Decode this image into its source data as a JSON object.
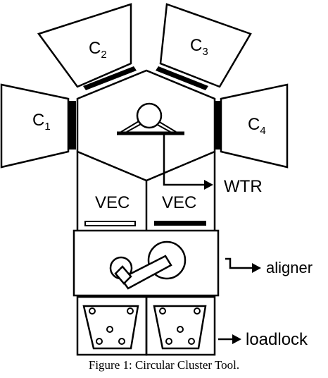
{
  "labels": {
    "c1_main": "C",
    "c1_sub": "1",
    "c2_main": "C",
    "c2_sub": "2",
    "c3_main": "C",
    "c3_sub": "3",
    "c4_main": "C",
    "c4_sub": "4",
    "vec_left": "VEC",
    "vec_right": "VEC",
    "wtr": "WTR",
    "aligner": "aligner",
    "loadlock": "loadlock"
  },
  "caption": "Figure 1: Circular Cluster Tool.",
  "colors": {
    "stroke": "#000000",
    "background": "#ffffff"
  }
}
